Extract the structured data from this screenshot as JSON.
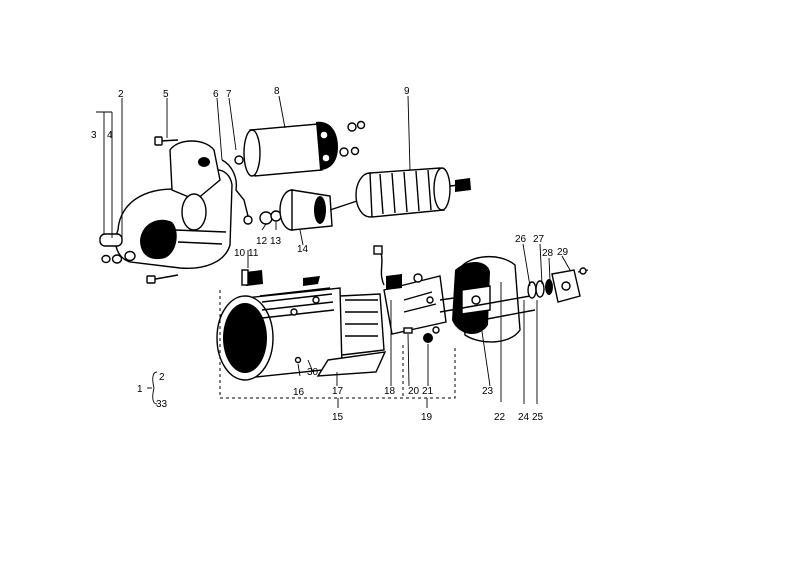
{
  "callouts": {
    "n1": "1",
    "n2": "2",
    "n3": "3",
    "n4": "4",
    "n5": "5",
    "n6": "6",
    "n7": "7",
    "n8": "8",
    "n9": "9",
    "n10": "10",
    "n11": "11",
    "n12": "12",
    "n13": "13",
    "n14": "14",
    "n15": "15",
    "n16": "16",
    "n17": "17",
    "n18": "18",
    "n19": "19",
    "n20": "20",
    "n21": "21",
    "n22": "22",
    "n23": "23",
    "n24": "24",
    "n25": "25",
    "n26": "26",
    "n27": "27",
    "n28": "28",
    "n29": "29",
    "n30": "30",
    "legend_a": "2",
    "legend_b": "33"
  }
}
